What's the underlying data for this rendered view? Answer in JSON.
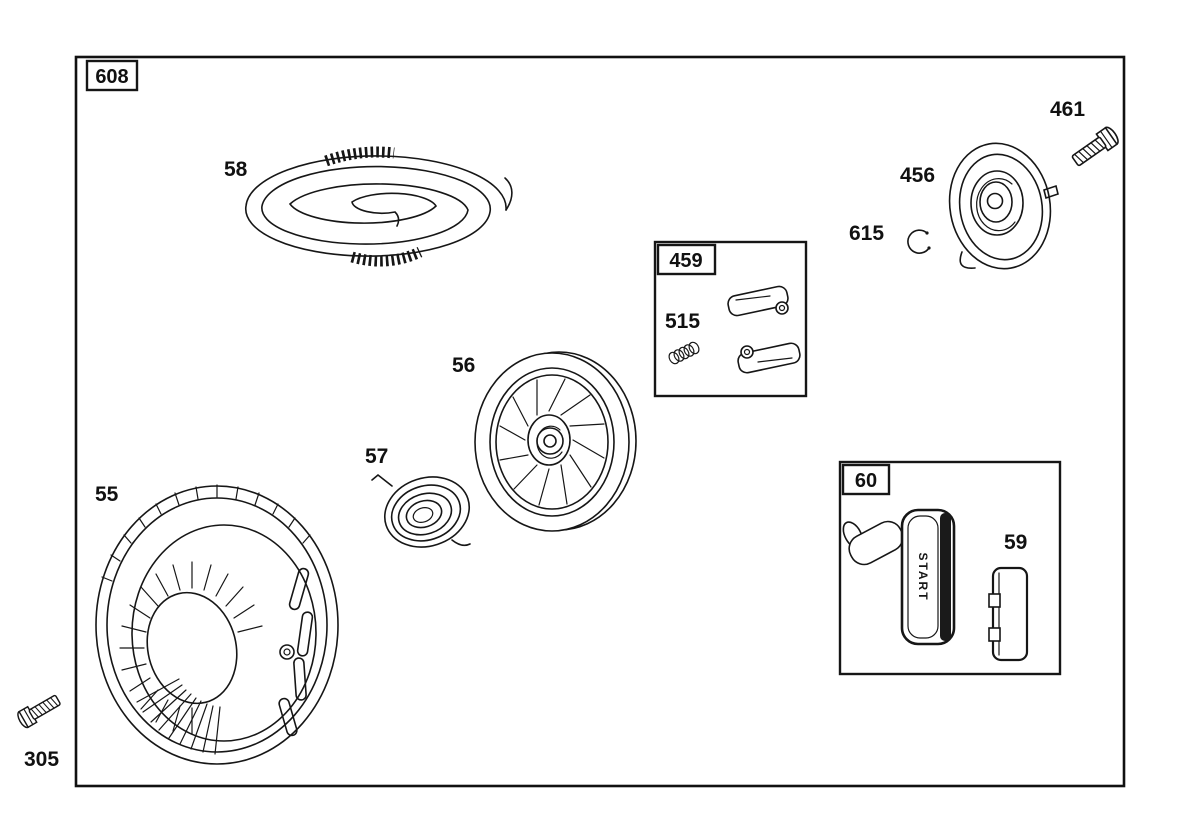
{
  "frame": {
    "label": "608"
  },
  "insets": {
    "pawl_kit": {
      "label": "459"
    },
    "grip_kit": {
      "label": "60"
    }
  },
  "callouts": {
    "blower_housing": "55",
    "rope_pulley": "56",
    "clutch_spring": "57",
    "rewind_spring": "58",
    "grip_insert": "59",
    "mounting_screw": "305",
    "starter_clutch": "456",
    "friction_spring": "515",
    "retainer_ring": "615",
    "clutch_screw": "461"
  },
  "grip": {
    "text": "START"
  }
}
